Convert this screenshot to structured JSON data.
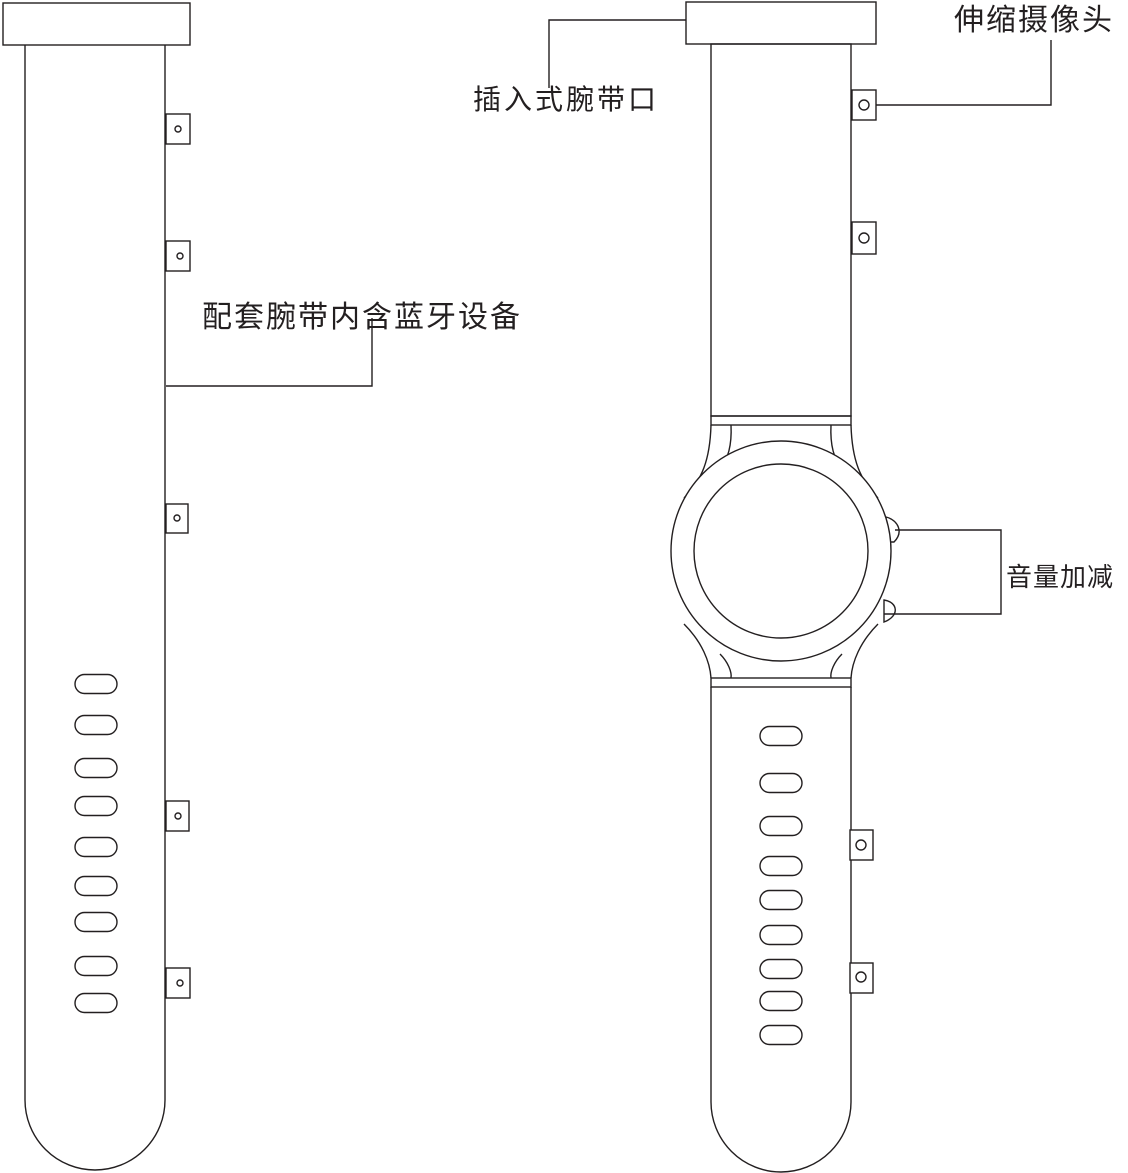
{
  "labels": {
    "bluetooth_strap": "配套腕带内含蓝牙设备",
    "strap_slot": "插入式腕带口",
    "camera": "伸缩摄像头",
    "volume": "音量加减"
  },
  "colors": {
    "line": "#231f20",
    "background": "#ffffff"
  }
}
